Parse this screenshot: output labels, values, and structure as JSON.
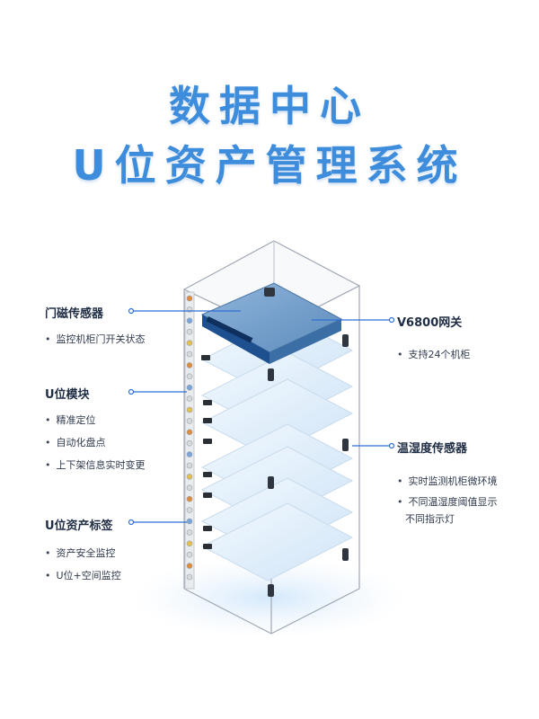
{
  "title": {
    "line1": "数据中心",
    "line2": "U位资产管理系统"
  },
  "left_features": [
    {
      "label": "门磁传感器",
      "items": [
        "监控机柜门开关状态"
      ]
    },
    {
      "label": "U位模块",
      "items": [
        "精准定位",
        "自动化盘点",
        "上下架信息实时变更"
      ]
    },
    {
      "label": "U位资产标签",
      "items": [
        "资产安全监控",
        "U位+空间监控"
      ]
    }
  ],
  "right_features": [
    {
      "label": "V6800网关",
      "items": [
        "支持24个机柜"
      ]
    },
    {
      "label": "温湿度传感器",
      "items": [
        "实时监测机柜微环境",
        "不同温湿度阈值显示",
        "不同指示灯"
      ]
    }
  ],
  "colors": {
    "title": "#3d8ddc",
    "connector": "#2f6fd6",
    "shelf": "#dff0fc"
  }
}
